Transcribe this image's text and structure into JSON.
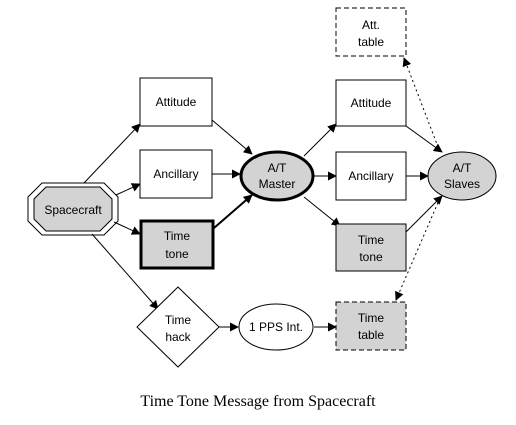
{
  "caption": "Time Tone Message from Spacecraft",
  "nodes": {
    "spacecraft": "Spacecraft",
    "attitude_left": "Attitude",
    "ancillary_left": "Ancillary",
    "time_tone_left": [
      "Time",
      "tone"
    ],
    "at_master": [
      "A/T",
      "Master"
    ],
    "attitude_right": "Attitude",
    "ancillary_right": "Ancillary",
    "time_tone_right": [
      "Time",
      "tone"
    ],
    "at_slaves": [
      "A/T",
      "Slaves"
    ],
    "att_table": [
      "Att.",
      "table"
    ],
    "time_hack": [
      "Time",
      "hack"
    ],
    "pps_int": "1 PPS Int.",
    "time_table": [
      "Time",
      "table"
    ]
  },
  "colors": {
    "fill_gray": "#d3d3d3",
    "stroke": "#000000"
  }
}
